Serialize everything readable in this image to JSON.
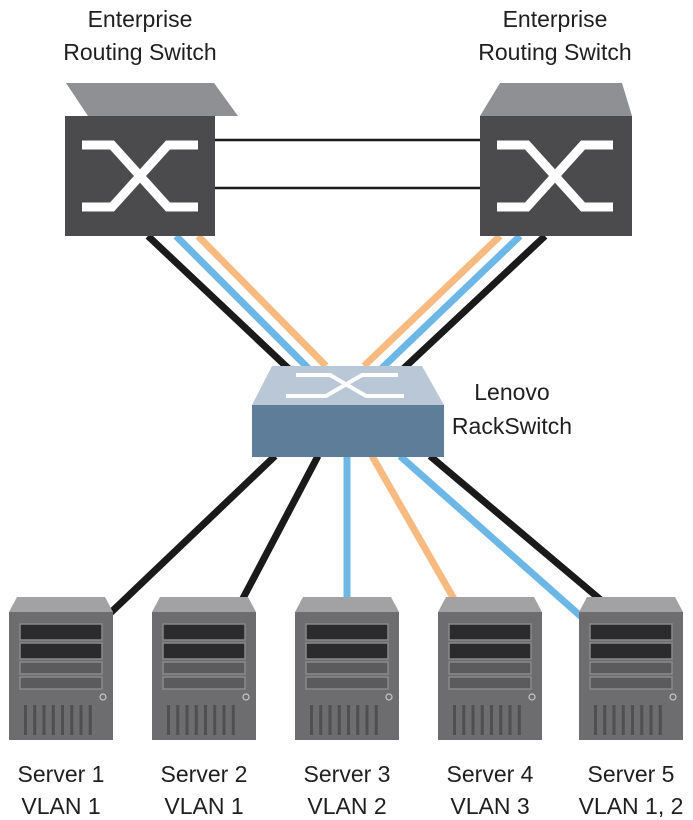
{
  "colors": {
    "link_black": "#1a1a1a",
    "link_blue": "#6cb7e6",
    "link_orange": "#f7bb82",
    "router_body": "#4b4b4d",
    "router_top": "#8f9093",
    "rackswitch_body": "#5e7d99",
    "rackswitch_top": "#b9c7d6",
    "server_body": "#6d6d6f",
    "server_top": "#a2a2a4"
  },
  "routers": [
    {
      "name": "enterprise-routing-switch-left",
      "label_line1": "Enterprise",
      "label_line2": "Routing Switch",
      "icon": "router-x-icon"
    },
    {
      "name": "enterprise-routing-switch-right",
      "label_line1": "Enterprise",
      "label_line2": "Routing Switch",
      "icon": "router-x-icon"
    }
  ],
  "rackswitch": {
    "label_line1": "Lenovo",
    "label_line2": "RackSwitch",
    "icon": "switch-arrows-icon"
  },
  "servers": [
    {
      "label": "Server 1",
      "vlan": "VLAN 1"
    },
    {
      "label": "Server 2",
      "vlan": "VLAN 1"
    },
    {
      "label": "Server 3",
      "vlan": "VLAN 2"
    },
    {
      "label": "Server 4",
      "vlan": "VLAN 3"
    },
    {
      "label": "Server 5",
      "vlan": "VLAN 1, 2"
    }
  ]
}
